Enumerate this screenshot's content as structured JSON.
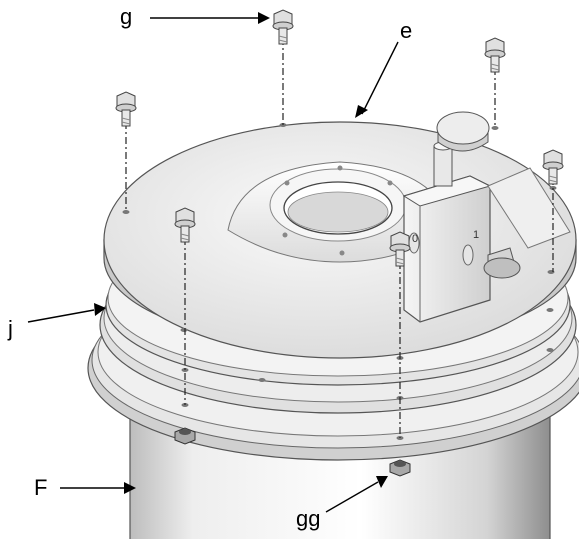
{
  "callouts": {
    "g": "g",
    "e": "e",
    "j": "j",
    "F": "F",
    "gg": "gg"
  },
  "markings": {
    "port_a": "0",
    "port_b": "1"
  },
  "colors": {
    "metal_light": "#f2f2f2",
    "metal_mid": "#d9d9d9",
    "metal_dark": "#9a9a9a",
    "line": "#000000"
  }
}
